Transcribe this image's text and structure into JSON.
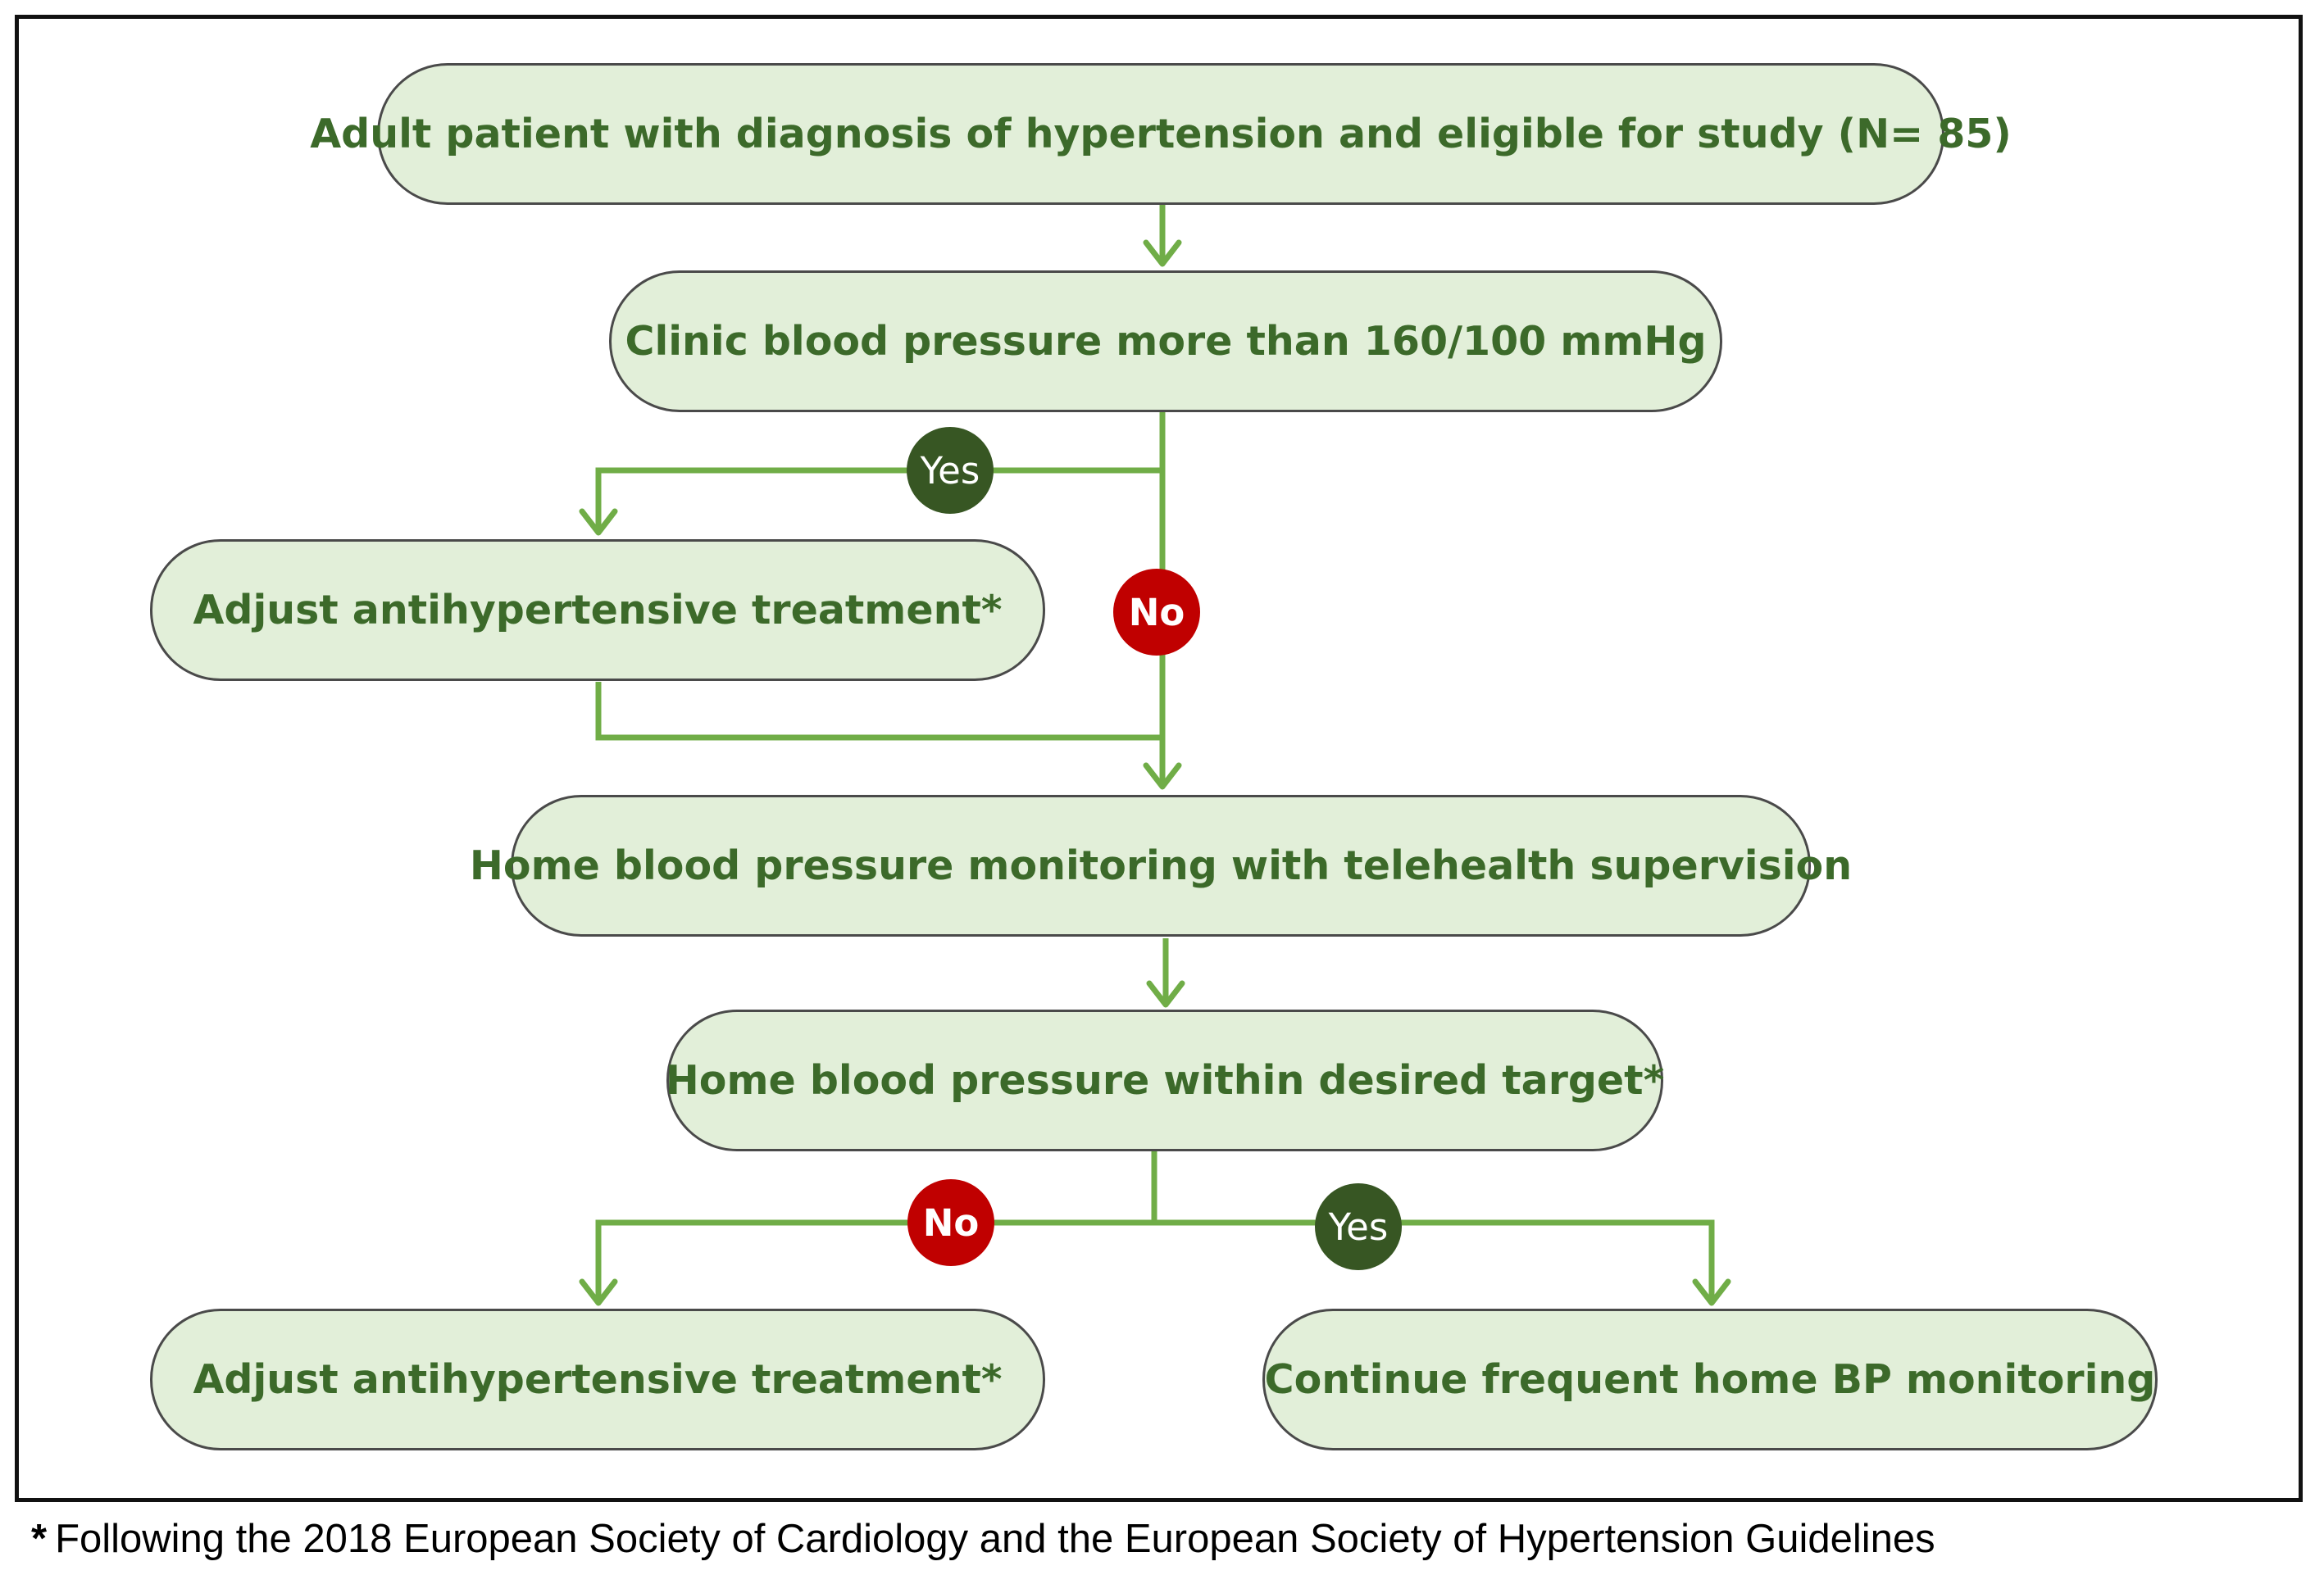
{
  "flowchart": {
    "nodes": {
      "eligible": "Adult patient with diagnosis of hypertension and eligible for study (N= 85)",
      "clinic_bp": "Clinic blood pressure more than 160/100 mmHg",
      "adjust_1": "Adjust antihypertensive treatment*",
      "home_monitoring": "Home blood pressure monitoring with telehealth supervision",
      "home_target": "Home blood pressure within desired target*",
      "adjust_2": "Adjust antihypertensive treatment*",
      "continue": "Continue frequent home BP monitoring"
    },
    "branch_labels": {
      "clinic_yes": "Yes",
      "clinic_no": "No",
      "target_no": "No",
      "target_yes": "Yes"
    },
    "colors": {
      "node_fill": "#e2efd9",
      "node_border": "#4a4a4a",
      "node_text": "#3c6a2a",
      "connector": "#70ad47",
      "yes_badge": "#375623",
      "no_badge": "#c00000"
    }
  },
  "footnote": {
    "marker": "*",
    "text": "Following the 2018 European Society of Cardiology and the European Society of Hypertension Guidelines"
  }
}
